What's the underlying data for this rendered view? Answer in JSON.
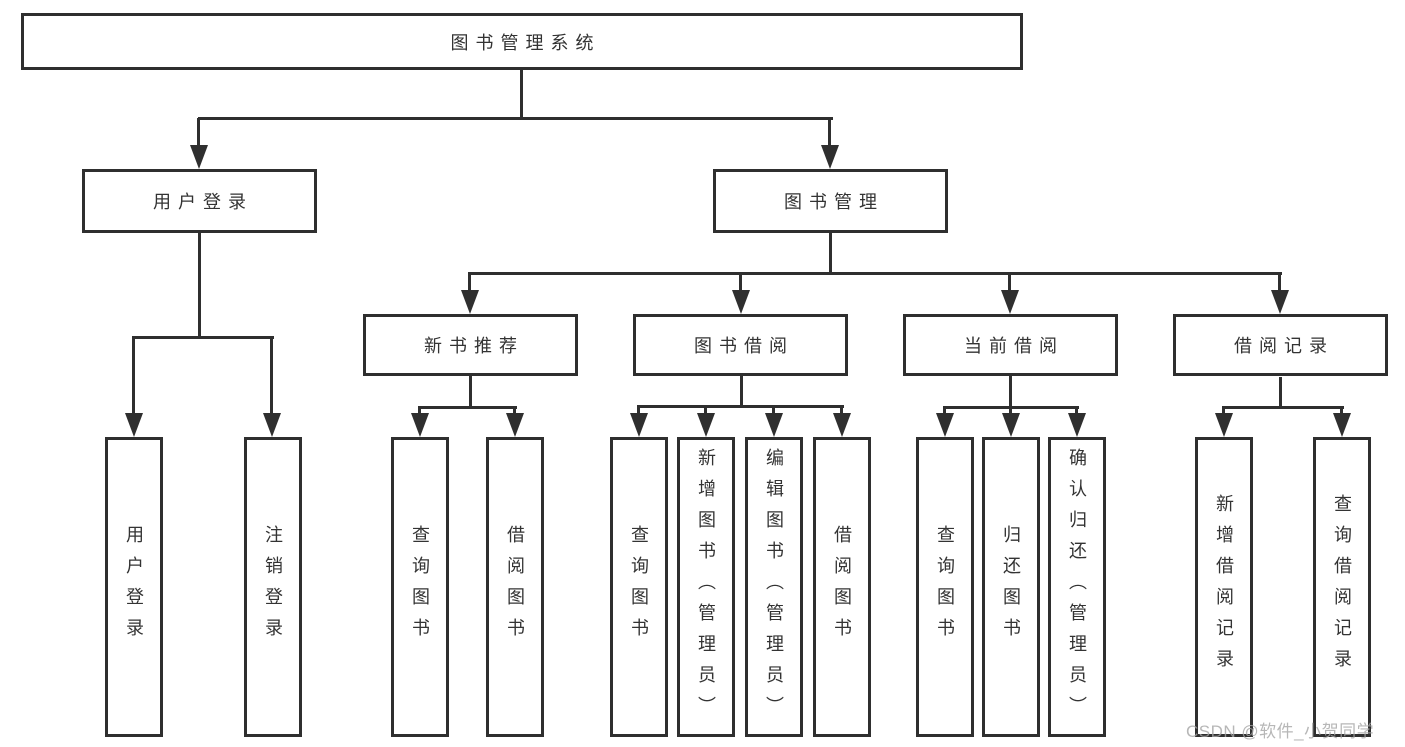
{
  "diagram_title": "图书管理系统",
  "colors": {
    "line": "#2f2f2f",
    "text": "#333333",
    "background": "#ffffff",
    "watermark": "#a5a5a5"
  },
  "tree": {
    "root": {
      "label": "图书管理系统"
    },
    "branches": [
      {
        "label": "用户登录",
        "children": [
          {
            "label": "用户登录"
          },
          {
            "label": "注销登录"
          }
        ]
      },
      {
        "label": "图书管理",
        "children": [
          {
            "label": "新书推荐",
            "children": [
              {
                "label": "查询图书"
              },
              {
                "label": "借阅图书"
              }
            ]
          },
          {
            "label": "图书借阅",
            "children": [
              {
                "label": "查询图书"
              },
              {
                "label": "新增图书（管理员）"
              },
              {
                "label": "编辑图书（管理员）"
              },
              {
                "label": "借阅图书"
              }
            ]
          },
          {
            "label": "当前借阅",
            "children": [
              {
                "label": "查询图书"
              },
              {
                "label": "归还图书"
              },
              {
                "label": "确认归还（管理员）"
              }
            ]
          },
          {
            "label": "借阅记录",
            "children": [
              {
                "label": "新增借阅记录"
              },
              {
                "label": "查询借阅记录"
              }
            ]
          }
        ]
      }
    ]
  },
  "watermark": {
    "text": "CSDN @软件_小贺同学"
  }
}
